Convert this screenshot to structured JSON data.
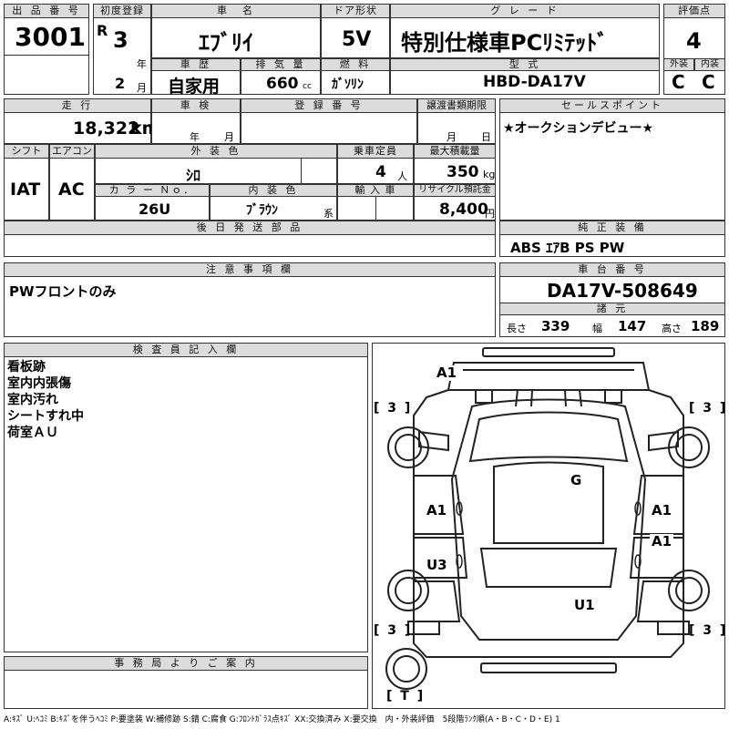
{
  "lot": {
    "label": "出 品 番 号",
    "value": "3001"
  },
  "first_reg": {
    "label": "初度登録",
    "era": "R",
    "year": "3",
    "year_unit": "年",
    "month": "2",
    "month_unit": "月"
  },
  "car_name": {
    "label": "車　名",
    "value": "ｴﾌﾞﾘｲ"
  },
  "door": {
    "label": "ドア形状",
    "value": "5V"
  },
  "grade": {
    "label": "グ レ ー ド",
    "value": "特別仕様車PCﾘﾐﾃｯﾄﾞ"
  },
  "score": {
    "label": "評価点",
    "value": "4",
    "ext_label": "外装",
    "int_label": "内装",
    "ext_value": "C",
    "int_value": "C"
  },
  "history": {
    "label": "車 歴",
    "value": "自家用"
  },
  "displacement": {
    "label": "排 気 量",
    "value": "660",
    "unit": "cc"
  },
  "fuel": {
    "label": "燃 料",
    "value": "ｶﾞｿﾘﾝ"
  },
  "model": {
    "label": "型 式",
    "value": "HBD-DA17V"
  },
  "mileage": {
    "label": "走 行",
    "value": "18,322",
    "unit": "km"
  },
  "inspection": {
    "label": "車 検",
    "year_unit": "年",
    "month_unit": "月"
  },
  "registration": {
    "label": "登 録 番 号"
  },
  "transfer": {
    "label": "譲渡書類期限",
    "month_unit": "月",
    "day_unit": "日"
  },
  "sales_point": {
    "label": "セールスポイント",
    "value": "★オークションデビュー★"
  },
  "shift": {
    "label": "シフト",
    "value": "IAT"
  },
  "aircon": {
    "label": "エアコン",
    "value": "AC"
  },
  "exterior_color": {
    "label": "外 装 色",
    "value": "ｼﾛ"
  },
  "capacity": {
    "label": "乗車定員",
    "value": "4",
    "unit": "人"
  },
  "max_load": {
    "label": "最大積載量",
    "value": "350",
    "unit": "kg"
  },
  "color_no": {
    "label": "カ ラ ー Ｎｏ．",
    "value": "26U"
  },
  "interior_color": {
    "label": "内 装 色",
    "value": "ﾌﾞﾗｳﾝ",
    "unit": "系"
  },
  "import": {
    "label": "輸 入 車"
  },
  "recycle": {
    "label": "リサイクル預託金",
    "value": "8,400",
    "unit": "円"
  },
  "later_parts": {
    "label": "後 日 発 送 部 品"
  },
  "equipment": {
    "label": "純 正 装 備",
    "value": "ABS ｴｱB PS PW"
  },
  "notes": {
    "label": "注 意 事 項 欄",
    "value": "PWフロントのみ"
  },
  "chassis": {
    "label": "車 台 番 号",
    "value": "DA17V-508649"
  },
  "specs": {
    "label": "諸 元",
    "length_label": "長さ",
    "length": "339",
    "width_label": "幅",
    "width": "147",
    "height_label": "高さ",
    "height": "189"
  },
  "inspector": {
    "label": "検 査 員 記 入 欄",
    "lines": [
      "看板跡",
      "室内内張傷",
      "室内汚れ",
      "シートすれ中",
      "荷室ＡＵ"
    ]
  },
  "office": {
    "label": "事 務 局 よ り ご 案 内"
  },
  "diagram": {
    "marks": {
      "a1_front": "A1",
      "g": "G",
      "a1_left": "A1",
      "a1_right": "A1",
      "a1_right2": "A1",
      "u3": "U3",
      "u1": "U1"
    },
    "tires": {
      "fl": "[ 3 ]",
      "fr": "[ 3 ]",
      "rl": "[ 3 ]",
      "rr": "[ 3 ]",
      "spare": "[ T ]"
    }
  },
  "legend": "A:ｷｽﾞ U:ﾍｺﾐ B:ｷｽﾞを伴うﾍｺﾐ P:要塗装 W:補修跡 S:錆 C:腐食 G:ﾌﾛﾝﾄｶﾞﾗｽ点ｷｽﾞ XX:交換済み X:要交換　内・外装評価　5段階ﾗﾝｸ順(A・B・C・D・E) 1"
}
